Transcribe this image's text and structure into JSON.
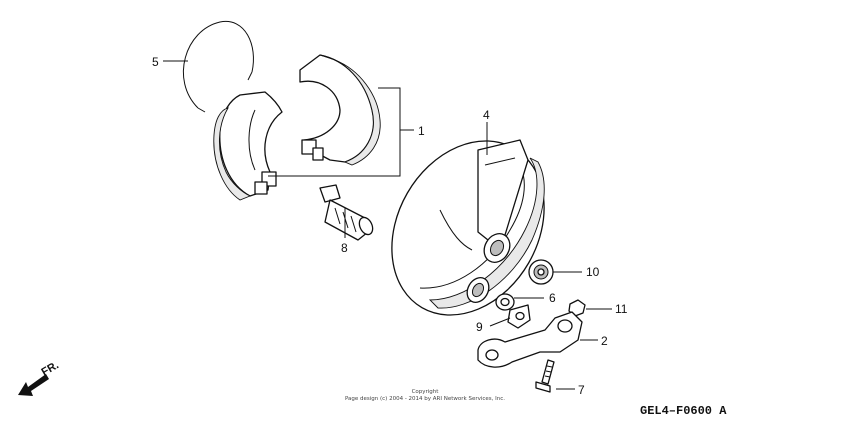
{
  "callouts": [
    {
      "id": "1",
      "label": "1"
    },
    {
      "id": "2",
      "label": "2"
    },
    {
      "id": "4",
      "label": "4"
    },
    {
      "id": "5",
      "label": "5"
    },
    {
      "id": "6",
      "label": "6"
    },
    {
      "id": "7",
      "label": "7"
    },
    {
      "id": "8",
      "label": "8"
    },
    {
      "id": "9",
      "label": "9"
    },
    {
      "id": "10",
      "label": "10"
    },
    {
      "id": "11",
      "label": "11"
    }
  ],
  "diagram_code": "GEL4–F0600 A",
  "direction_label": "FR.",
  "copyright": {
    "line1": "Copyright",
    "line2": "Page design (c) 2004 - 2014 by ARI Network Services, Inc."
  },
  "icons": {
    "direction": "direction-arrow-icon"
  }
}
